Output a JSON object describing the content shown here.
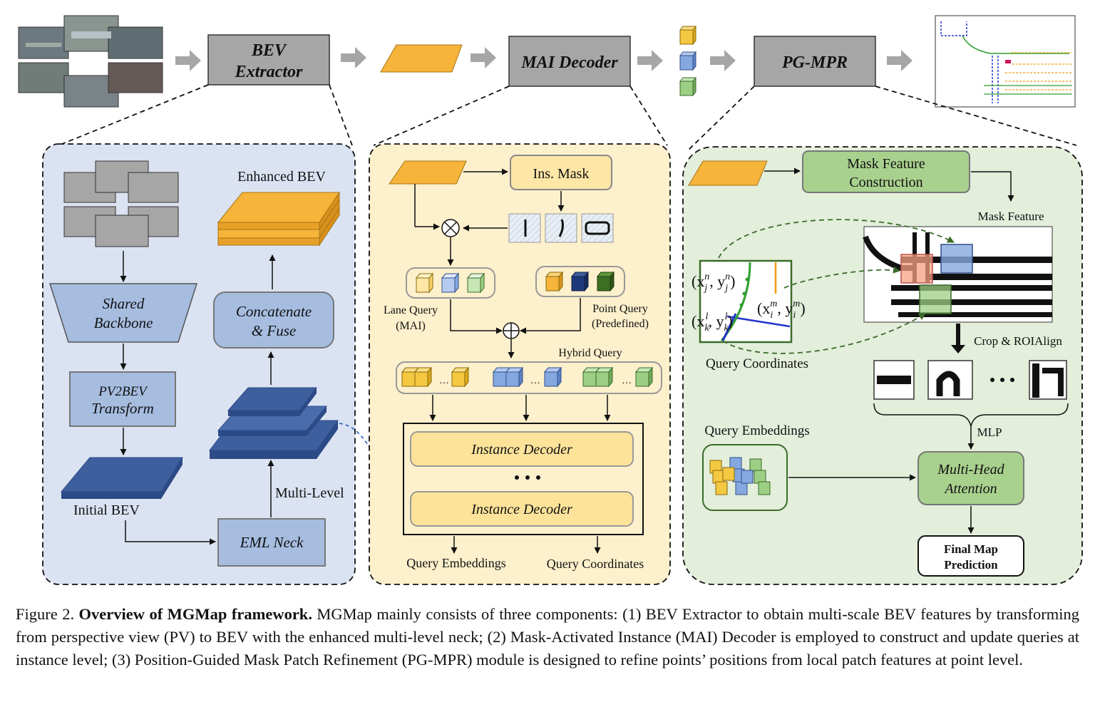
{
  "top_pipeline": {
    "bev_extractor": [
      "BEV",
      "Extractor"
    ],
    "mai_decoder": "MAI Decoder",
    "pg_mpr": "PG-MPR"
  },
  "bev_panel": {
    "enhanced_bev": "Enhanced BEV",
    "shared_backbone": [
      "Shared",
      "Backbone"
    ],
    "concat_fuse": [
      "Concatenate",
      "& Fuse"
    ],
    "pv2bev": [
      "PV2BEV",
      "Transform"
    ],
    "multi_level": "Multi-Level",
    "initial_bev": "Initial BEV",
    "eml_neck": "EML Neck"
  },
  "mai_panel": {
    "ins_mask": "Ins. Mask",
    "lane_query": [
      "Lane Query",
      "(MAI)"
    ],
    "point_query": [
      "Point Query",
      "(Predefined)"
    ],
    "hybrid_query": "Hybrid Query",
    "instance_decoder": "Instance Decoder",
    "query_embeddings": "Query Embeddings",
    "query_coordinates": "Query Coordinates"
  },
  "pgmpr_panel": {
    "mask_feature_construction": [
      "Mask Feature",
      "Construction"
    ],
    "mask_feature": "Mask Feature",
    "crop_roialign": "Crop & ROIAlign",
    "query_coordinates": "Query Coordinates",
    "query_embeddings": "Query Embeddings",
    "mlp": "MLP",
    "multi_head_attention": [
      "Multi-Head",
      "Attention"
    ],
    "final_map_prediction": [
      "Final Map",
      "Prediction"
    ]
  },
  "caption": {
    "label": "Figure 2.",
    "title": "Overview of MGMap framework.",
    "body": "MGMap mainly consists of three components: (1) BEV Extractor to obtain multi-scale BEV features by transforming from perspective view (PV) to BEV with the enhanced multi-level neck; (2) Mask-Activated Instance (MAI) Decoder is employed to construct and update queries at instance level; (3) Position-Guided Mask Patch Refinement (PG-MPR) module is designed to refine points’ positions from local patch features at point level."
  },
  "colors": {
    "bev_panel_bg": "#dbe3f2",
    "mai_panel_bg": "#fdf0cc",
    "pgmpr_panel_bg": "#e3eedb",
    "gray_box": "#a6a6a6",
    "blue_feature": "#3e5f9e",
    "orange_feature": "#f7b43a",
    "green_box": "#a9d18e"
  }
}
